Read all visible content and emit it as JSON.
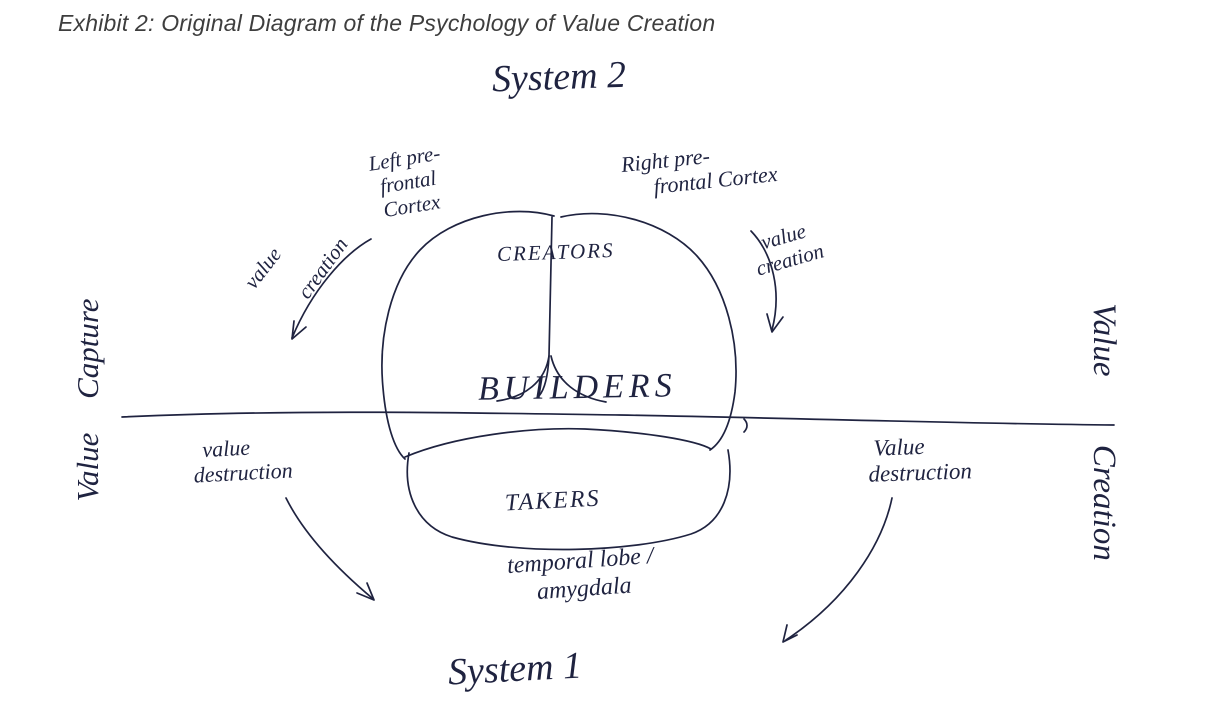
{
  "colors": {
    "ink": "#1f2340",
    "title": "#3e3e3e",
    "paper": "#ffffff"
  },
  "title": "Exhibit 2: Original Diagram of the Psychology of Value Creation",
  "labels": {
    "system2": "System 2",
    "system1": "System 1",
    "left_cortex_line1": "Left pre-",
    "left_cortex_line2": "frontal",
    "left_cortex_line3": "Cortex",
    "right_cortex_line1": "Right pre-",
    "right_cortex_line2": "frontal Cortex",
    "value_creation_left_word1": "value",
    "value_creation_left_word2": "creation",
    "value_creation_right_line1": "value",
    "value_creation_right_line2": "creation",
    "creators": "CREATORS",
    "builders": "BUILDERS",
    "takers": "TAKERS",
    "value_capture_axis": "Value Capture",
    "value_creation_axis": "Value Creation",
    "value_destruction_left_line1": "value",
    "value_destruction_left_line2": "destruction",
    "value_destruction_right_line1": "Value",
    "value_destruction_right_line2": "destruction",
    "temporal_line1": "temporal lobe /",
    "temporal_line2": "amygdala"
  }
}
